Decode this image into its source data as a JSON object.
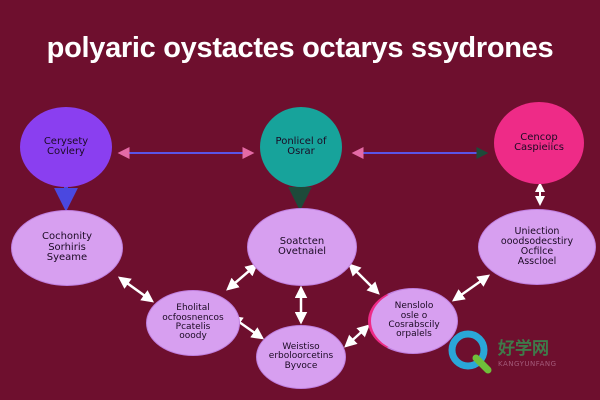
{
  "title": "polyaric oystactes octarys ssydrones",
  "nodes": {
    "top_left": [
      "Cerysety",
      "Covlery"
    ],
    "top_center": [
      "Ponlicel of",
      "Osrar"
    ],
    "top_right": [
      "Cencop",
      "Caspieiics"
    ],
    "mid_left": [
      "Cochonity",
      "Sorhiris",
      "Syeame"
    ],
    "mid_center": [
      "Soatcten",
      "Ovetnaiel"
    ],
    "mid_right": [
      "Uniection",
      "ooodsodecstiry",
      "Ocfilce",
      "Asscloel"
    ],
    "low_left": [
      "Eholital",
      "ocfoosnencos",
      "Pcatelis",
      "ooody"
    ],
    "low_center": [
      "Weistiso",
      "erboloorcetins",
      "Byvoce"
    ],
    "low_right": [
      "Nenslolo",
      "osle o",
      "Cosrabscily",
      "orpalels"
    ]
  },
  "colors": {
    "background": "#6e0f2e",
    "purple_node": "#8a3ff0",
    "teal_node": "#17a39b",
    "pink_node": "#ee2b87",
    "lilac_node": "#d79ff0",
    "arrow_white": "#ffffff",
    "arrow_blue": "#5a54e6"
  },
  "watermark": {
    "icon": "q-logo-icon",
    "text": "好学网",
    "sub": "KANGYUNFANG"
  }
}
